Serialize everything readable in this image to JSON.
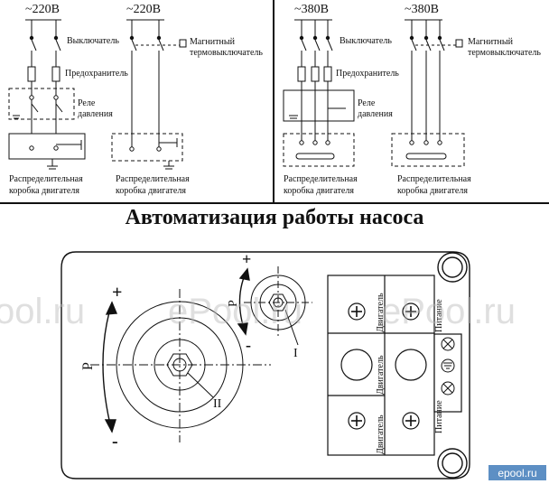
{
  "schemes": {
    "single_phase_voltage": "~220В",
    "three_phase_voltage": "~380В",
    "switch": "Выключатель",
    "fuse": "Предохранитель",
    "relay_line1": "Реле",
    "relay_line2": "давления",
    "magnetic_line1": "Магнитный",
    "magnetic_line2": "термовыключатель",
    "junction_line1": "Распределительная",
    "junction_line2": "коробка двигателя"
  },
  "title": "Автоматизация работы насоса",
  "relay": {
    "pressure_symbol": "P",
    "plus": "+",
    "minus": "-",
    "screw_1": "I",
    "screw_2": "II",
    "terminal_motor": "Двигатель",
    "terminal_power": "Питание"
  },
  "watermarks": [
    "ool.ru",
    "ePool.ru",
    "ePool.ru"
  ],
  "logo": "epool.ru"
}
